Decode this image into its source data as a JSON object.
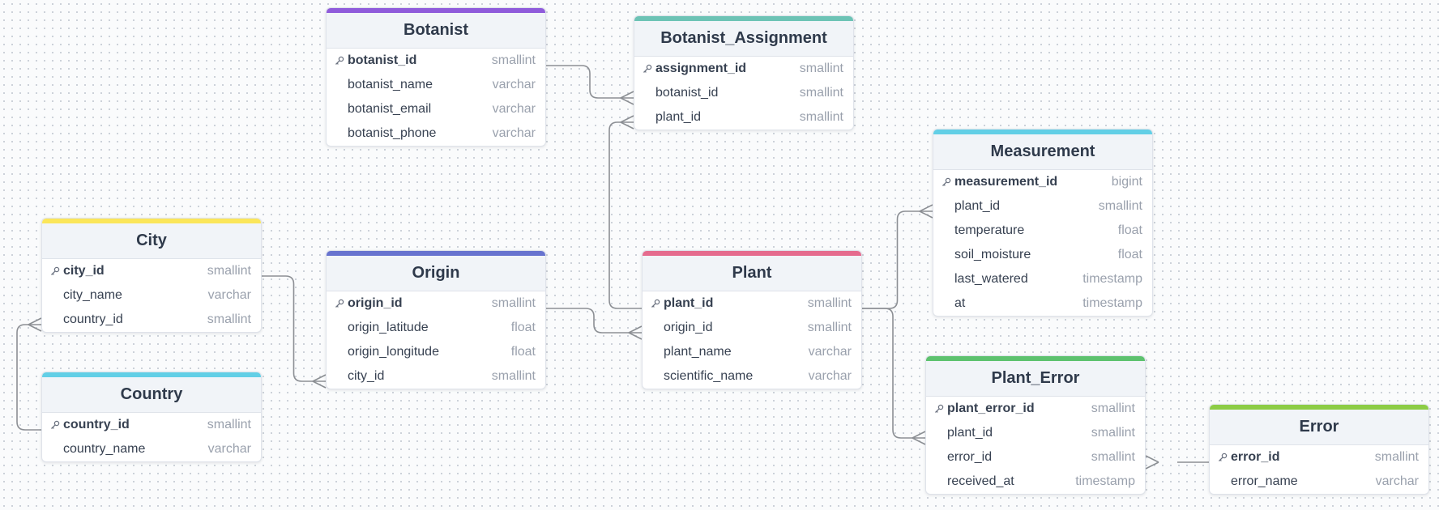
{
  "diagram": {
    "tables": [
      {
        "id": "botanist",
        "title": "Botanist",
        "color": "#8f5bdb",
        "columns": [
          {
            "name": "botanist_id",
            "type": "smallint",
            "pk": true
          },
          {
            "name": "botanist_name",
            "type": "varchar",
            "pk": false
          },
          {
            "name": "botanist_email",
            "type": "varchar",
            "pk": false
          },
          {
            "name": "botanist_phone",
            "type": "varchar",
            "pk": false
          }
        ]
      },
      {
        "id": "botanist_assignment",
        "title": "Botanist_Assignment",
        "color": "#6cc3b5",
        "columns": [
          {
            "name": "assignment_id",
            "type": "smallint",
            "pk": true
          },
          {
            "name": "botanist_id",
            "type": "smallint",
            "pk": false
          },
          {
            "name": "plant_id",
            "type": "smallint",
            "pk": false
          }
        ]
      },
      {
        "id": "measurement",
        "title": "Measurement",
        "color": "#62cfe6",
        "columns": [
          {
            "name": "measurement_id",
            "type": "bigint",
            "pk": true
          },
          {
            "name": "plant_id",
            "type": "smallint",
            "pk": false
          },
          {
            "name": "temperature",
            "type": "float",
            "pk": false
          },
          {
            "name": "soil_moisture",
            "type": "float",
            "pk": false
          },
          {
            "name": "last_watered",
            "type": "timestamp",
            "pk": false
          },
          {
            "name": "at",
            "type": "timestamp",
            "pk": false
          }
        ]
      },
      {
        "id": "city",
        "title": "City",
        "color": "#fbe65a",
        "columns": [
          {
            "name": "city_id",
            "type": "smallint",
            "pk": true
          },
          {
            "name": "city_name",
            "type": "varchar",
            "pk": false
          },
          {
            "name": "country_id",
            "type": "smallint",
            "pk": false
          }
        ]
      },
      {
        "id": "origin",
        "title": "Origin",
        "color": "#6773cf",
        "columns": [
          {
            "name": "origin_id",
            "type": "smallint",
            "pk": true
          },
          {
            "name": "origin_latitude",
            "type": "float",
            "pk": false
          },
          {
            "name": "origin_longitude",
            "type": "float",
            "pk": false
          },
          {
            "name": "city_id",
            "type": "smallint",
            "pk": false
          }
        ]
      },
      {
        "id": "plant",
        "title": "Plant",
        "color": "#e56b8e",
        "columns": [
          {
            "name": "plant_id",
            "type": "smallint",
            "pk": true
          },
          {
            "name": "origin_id",
            "type": "smallint",
            "pk": false
          },
          {
            "name": "plant_name",
            "type": "varchar",
            "pk": false
          },
          {
            "name": "scientific_name",
            "type": "varchar",
            "pk": false
          }
        ]
      },
      {
        "id": "country",
        "title": "Country",
        "color": "#62cfe6",
        "columns": [
          {
            "name": "country_id",
            "type": "smallint",
            "pk": true
          },
          {
            "name": "country_name",
            "type": "varchar",
            "pk": false
          }
        ]
      },
      {
        "id": "plant_error",
        "title": "Plant_Error",
        "color": "#5dc26e",
        "columns": [
          {
            "name": "plant_error_id",
            "type": "smallint",
            "pk": true
          },
          {
            "name": "plant_id",
            "type": "smallint",
            "pk": false
          },
          {
            "name": "error_id",
            "type": "smallint",
            "pk": false
          },
          {
            "name": "received_at",
            "type": "timestamp",
            "pk": false
          }
        ]
      },
      {
        "id": "error",
        "title": "Error",
        "color": "#8ccc45",
        "columns": [
          {
            "name": "error_id",
            "type": "smallint",
            "pk": true
          },
          {
            "name": "error_name",
            "type": "varchar",
            "pk": false
          }
        ]
      }
    ],
    "relationships": [
      {
        "from": "botanist.botanist_id",
        "to": "botanist_assignment.botanist_id"
      },
      {
        "from": "plant.plant_id",
        "to": "botanist_assignment.plant_id"
      },
      {
        "from": "plant.plant_id",
        "to": "measurement.plant_id"
      },
      {
        "from": "plant.plant_id",
        "to": "plant_error.plant_id"
      },
      {
        "from": "origin.origin_id",
        "to": "plant.origin_id"
      },
      {
        "from": "city.city_id",
        "to": "origin.city_id"
      },
      {
        "from": "country.country_id",
        "to": "city.country_id"
      },
      {
        "from": "error.error_id",
        "to": "plant_error.error_id"
      }
    ]
  }
}
